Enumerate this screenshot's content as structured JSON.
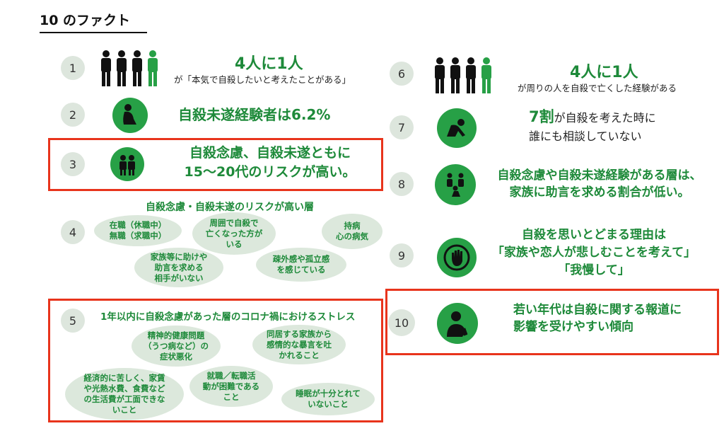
{
  "title": "10 のファクト",
  "colors": {
    "green": "#27a046",
    "dark_green": "#1e8a3a",
    "red": "#e8341c",
    "bubble": "#dce8dc"
  },
  "facts": [
    {
      "num": "1",
      "headline": "4人に1人",
      "sub": "が「本気で自殺したいと考えたことがある」",
      "icon": "people-icon"
    },
    {
      "num": "2",
      "headline": "自殺未遂経験者は6.2%",
      "icon": "kneeling-person-icon"
    },
    {
      "num": "3",
      "line1": "自殺念慮、自殺未遂ともに",
      "line2": "15～20代のリスクが高い。",
      "icon": "two-people-icon"
    },
    {
      "num": "4",
      "heading": "自殺念慮・自殺未遂のリスクが高い層",
      "bubbles": [
        "在職（休職中）\n無職（求職中）",
        "周囲で自殺で\n亡くなった方が\nいる",
        "持病\n心の病気",
        "家族等に助けや\n助言を求める\n相手がいない",
        "疎外感や孤立感\nを感じている"
      ]
    },
    {
      "num": "5",
      "heading": "1年以内に自殺念慮があった層のコロナ禍におけるストレス",
      "bubbles": [
        "精神的健康問題\n（うつ病など）の\n症状悪化",
        "同居する家族から\n感情的な暴言を吐\nかれること",
        "経済的に苦しく、家賃\nや光熱水費、食費など\nの生活費が工面できな\nいこと",
        "就職／転職活\n動が困難である\nこと",
        "睡眠が十分とれて\nいないこと"
      ]
    },
    {
      "num": "6",
      "headline": "4人に1人",
      "sub": "が周りの人を自殺で亡くした経験がある",
      "icon": "people-icon"
    },
    {
      "num": "7",
      "accent": "7割",
      "rest1": "が自殺を考えた時に",
      "line2": "誰にも相談していない",
      "icon": "crouching-person-icon"
    },
    {
      "num": "8",
      "line1": "自殺念慮や自殺未遂経験がある層は、",
      "line2": "家族に助言を求める割合が低い。",
      "icon": "family-icon"
    },
    {
      "num": "9",
      "line1": "自殺を思いとどまる理由は",
      "line2": "「家族や恋人が悲しむことを考えて」",
      "line3": "「我慢して」",
      "icon": "hand-stop-icon"
    },
    {
      "num": "10",
      "line1": "若い年代は自殺に関する報道に",
      "line2": "影響を受けやすい傾向",
      "icon": "person-phone-icon"
    }
  ]
}
